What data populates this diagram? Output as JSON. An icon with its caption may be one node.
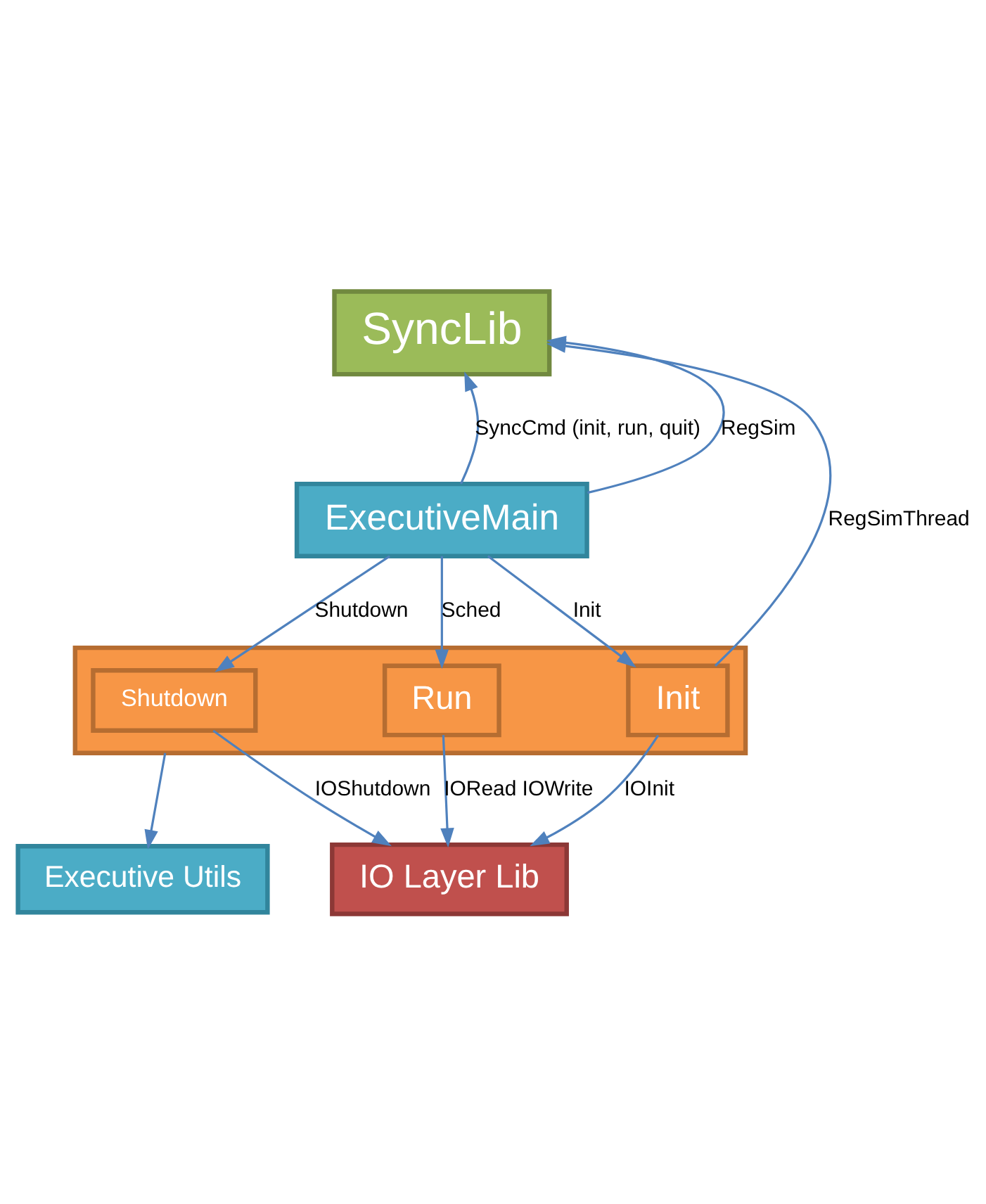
{
  "diagram": {
    "nodes": [
      {
        "text": [
          "SyncLib"
        ]
      },
      {
        "text": [
          "ExecutiveMain"
        ]
      },
      {
        "text": [
          "Executive Utils"
        ]
      },
      {
        "text": [],
        "shape": "box"
      },
      {
        "text": [
          "Shutdown"
        ],
        "in": 3
      },
      {
        "text": [
          "Run"
        ],
        "in": 3
      },
      {
        "text": [
          "Init"
        ],
        "in": 3
      },
      {
        "text": [
          "IO Layer Lib"
        ]
      }
    ],
    "edges": [
      {
        "from": 1,
        "to": 0,
        "arrow": "to",
        "label": "SyncCmd (init, run, quit)"
      },
      {
        "from": 1,
        "to": 0,
        "arrow": "to",
        "label": "RegSim"
      },
      {
        "from": 1,
        "to": 4,
        "arrow": "to",
        "label": "Shutdown"
      },
      {
        "from": 1,
        "to": 5,
        "arrow": "to",
        "label": "Sched"
      },
      {
        "from": 1,
        "to": 6,
        "arrow": "to",
        "label": "Init"
      },
      {
        "from": 3,
        "to": 2,
        "arrow": "to"
      },
      {
        "from": 6,
        "to": 0,
        "arrow": "to",
        "label": "RegSimThread"
      },
      {
        "from": 4,
        "to": 7,
        "arrow": "to",
        "label": "IOShutdown"
      },
      {
        "from": 5,
        "to": 7,
        "arrow": "to",
        "label": "IORead IOWrite"
      },
      {
        "from": 6,
        "to": 7,
        "arrow": "to",
        "label": "IOInit"
      }
    ]
  }
}
